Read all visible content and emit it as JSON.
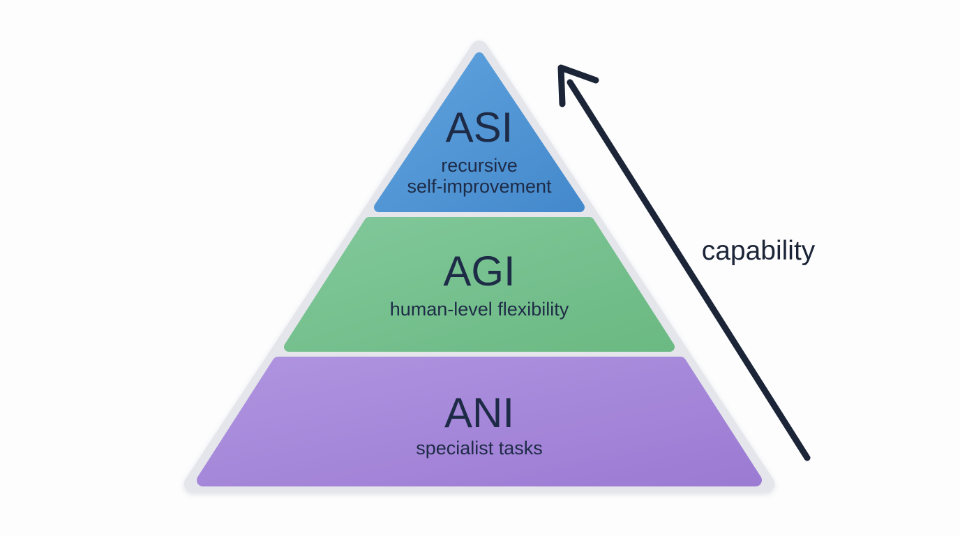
{
  "diagram": {
    "type": "pyramid",
    "tiers": [
      {
        "id": "asi",
        "label": "ASI",
        "sublines": [
          "recursive",
          "self-improvement"
        ],
        "fill": "#4f97d6",
        "position": "top"
      },
      {
        "id": "agi",
        "label": "AGI",
        "sublines": [
          "human-level flexibility"
        ],
        "fill": "#74c08c",
        "position": "middle"
      },
      {
        "id": "ani",
        "label": "ANI",
        "sublines": [
          "specialist tasks"
        ],
        "fill": "#a78ada",
        "position": "bottom"
      }
    ],
    "axis": {
      "label": "capability",
      "direction": "up",
      "arrow_color": "#1b2537"
    },
    "colors": {
      "background": "#fdfdfe",
      "pyramid_border": "#e4e6eb",
      "text": "#1e2b47",
      "asi_blue": "#4f97d6",
      "agi_green": "#74c08c",
      "ani_purple": "#a78ada"
    }
  }
}
